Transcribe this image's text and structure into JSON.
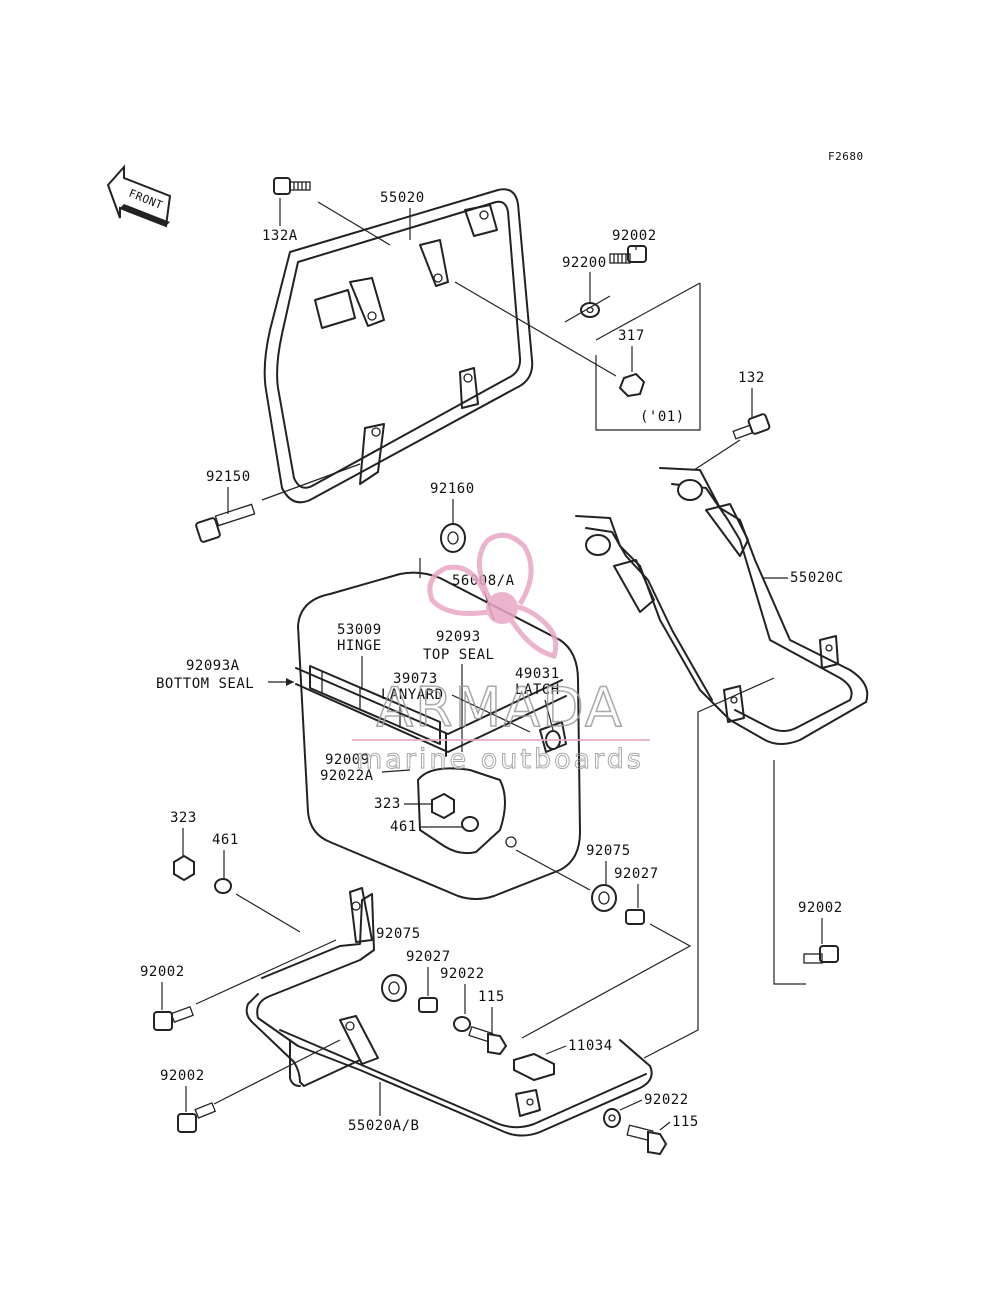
{
  "diagram": {
    "ref_code": "F2680",
    "front_arrow_label": "FRONT",
    "year_note": "('01)",
    "parts": {
      "p132A": "132A",
      "p55020_top": "55020",
      "p92002_top": "92002",
      "p92200": "92200",
      "p317": "317",
      "p132": "132",
      "p92150": "92150",
      "p92160": "92160",
      "p56008A": "56008/A",
      "p53009": "53009",
      "p53009_desc": "HINGE",
      "p92093": "92093",
      "p92093_desc": "TOP SEAL",
      "p92093A": "92093A",
      "p92093A_desc": "BOTTOM SEAL",
      "p39073": "39073",
      "p39073_desc": "LANYARD",
      "p49031": "49031",
      "p49031_desc": "LATCH",
      "p55020C": "55020C",
      "p92009": "92009",
      "p92022A": "92022A",
      "p323_box": "323",
      "p461_box": "461",
      "p323": "323",
      "p461": "461",
      "p92075_right": "92075",
      "p92027_right": "92027",
      "p92075_left": "92075",
      "p92002_right": "92002",
      "p92027_mid": "92027",
      "p92022_mid": "92022",
      "p115_mid": "115",
      "p92002_left": "92002",
      "p11034": "11034",
      "p92002_bottom": "92002",
      "p92022_bottom": "92022",
      "p115_bottom": "115",
      "p55020AB": "55020A/B"
    },
    "watermark": {
      "brand": "ARMADA",
      "tagline": "marine outboards",
      "color": "#e8a6c4"
    }
  }
}
